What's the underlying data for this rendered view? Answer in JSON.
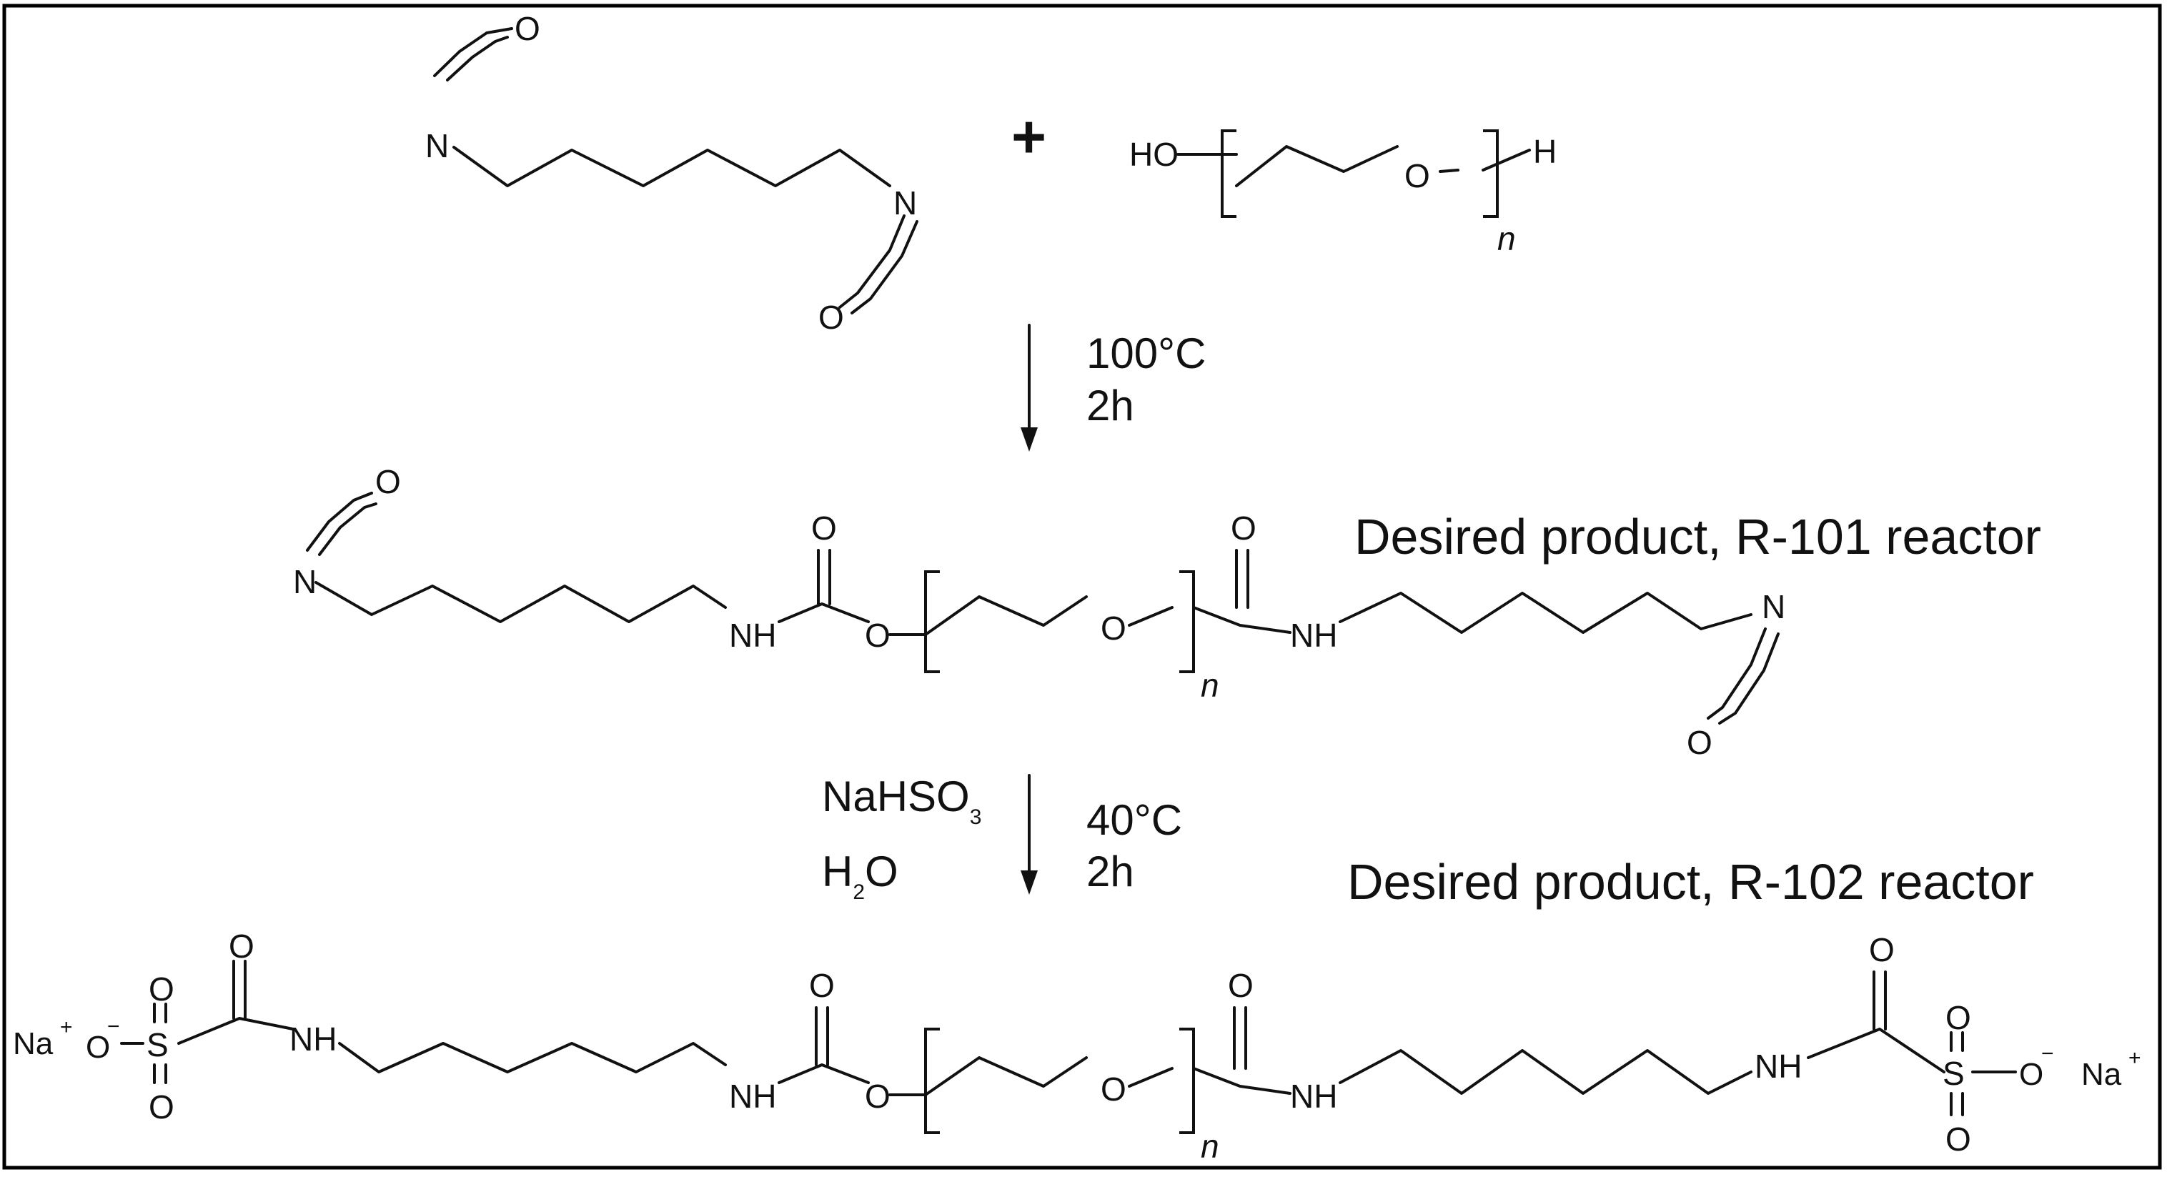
{
  "reaction": {
    "step1": {
      "temperature": "100°C",
      "time": "2h"
    },
    "step2": {
      "reagent_base": "NaHSO",
      "reagent_sub": "3",
      "solvent_h": "H",
      "solvent_sub": "2",
      "solvent_o": "O",
      "temperature": "40°C",
      "time": "2h"
    },
    "plus": "+"
  },
  "captions": {
    "r101": "Desired product, R-101 reactor",
    "r102": "Desired product, R-102 reactor"
  },
  "atoms": {
    "O": "O",
    "N": "N",
    "NH": "NH",
    "HO": "HO",
    "H": "H",
    "S": "S",
    "Na": "Na",
    "plus": "+",
    "minus": "−",
    "n": "n"
  }
}
